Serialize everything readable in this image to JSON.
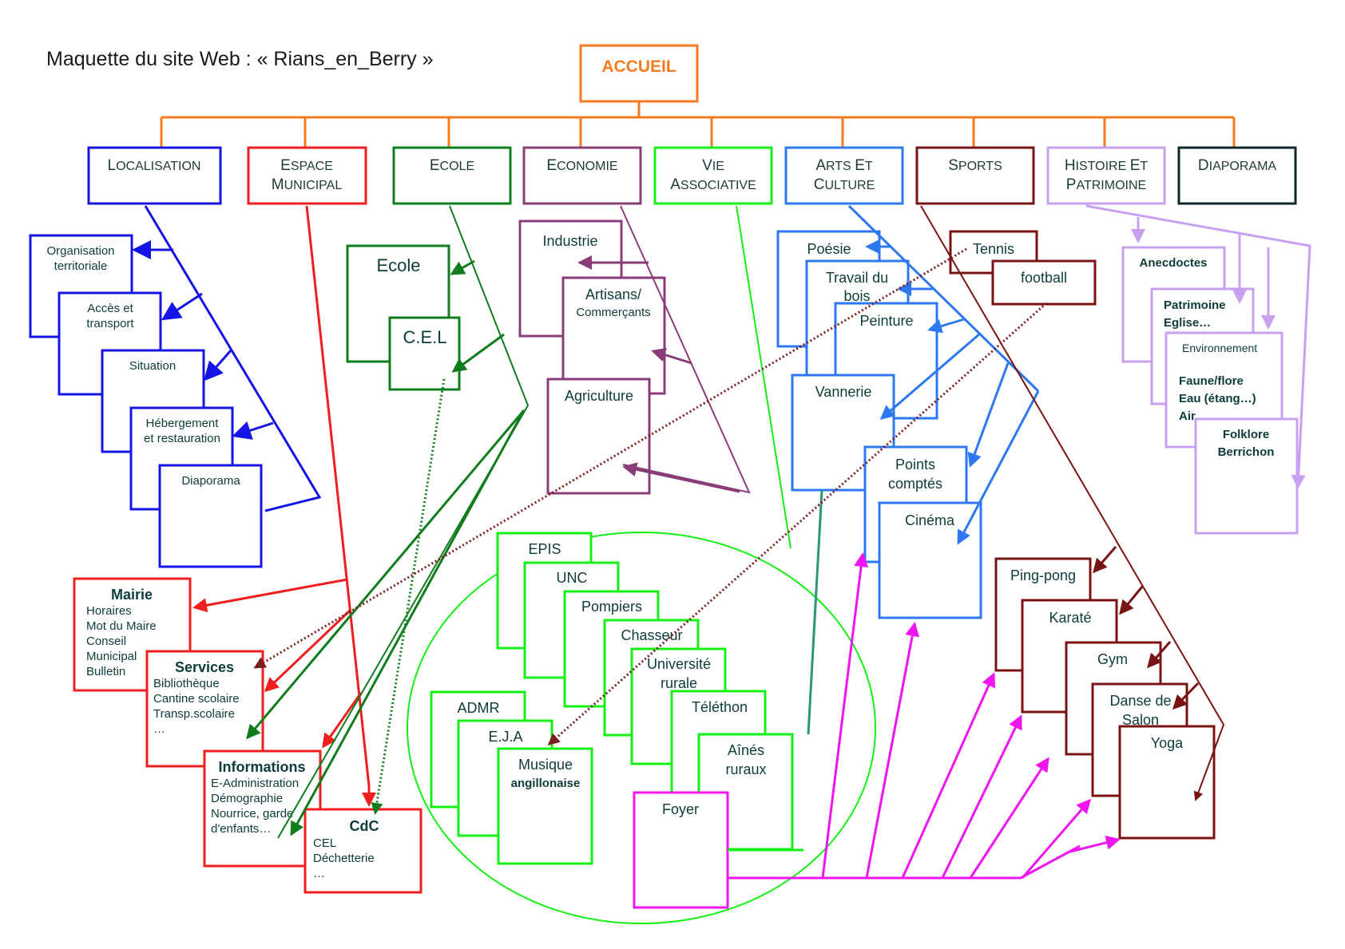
{
  "title": "Maquette du site Web : « Rians_en_Berry »",
  "colors": {
    "accueil": "#f47a20",
    "localisation": "#1414e6",
    "espace_municipal": "#f01e1e",
    "ecole": "#0f7d1e",
    "economie": "#8a3c78",
    "vie_associative": "#14f014",
    "arts_culture": "#2d78f0",
    "sports": "#781414",
    "histoire_patrimoine": "#c8a0f0",
    "diaporama": "#0f2828",
    "foyer": "#f014f0",
    "dotted_link": "#7a1e1e",
    "teal_link": "#2d9678"
  },
  "root": {
    "label": "ACCUEIL"
  },
  "sections": [
    {
      "id": "localisation",
      "line1": "LOCALISATION",
      "line2": ""
    },
    {
      "id": "espace_municipal",
      "line1": "ESPACE",
      "line2": "MUNICIPAL"
    },
    {
      "id": "ecole",
      "line1": "ECOLE",
      "line2": ""
    },
    {
      "id": "economie",
      "line1": "ECONOMIE",
      "line2": ""
    },
    {
      "id": "vie_associative",
      "line1": "VIE",
      "line2": "ASSOCIATIVE"
    },
    {
      "id": "arts_culture",
      "line1": "ARTS ET",
      "line2": "CULTURE"
    },
    {
      "id": "sports",
      "line1": "SPORTS",
      "line2": ""
    },
    {
      "id": "histoire_patrimoine",
      "line1": "HISTOIRE ET",
      "line2": "PATRIMOINE"
    },
    {
      "id": "diaporama",
      "line1": "DIAPORAMA",
      "line2": ""
    }
  ],
  "localisation": {
    "pages": [
      {
        "lines": [
          "Organisation",
          "territoriale"
        ]
      },
      {
        "lines": [
          "Accès et",
          "transport"
        ]
      },
      {
        "lines": [
          "Situation"
        ]
      },
      {
        "lines": [
          "Hébergement",
          "et restauration"
        ]
      },
      {
        "lines": [
          "Diaporama"
        ]
      }
    ]
  },
  "espace_municipal": {
    "pages": [
      {
        "title": "Mairie",
        "items": [
          "Horaires",
          "Mot du Maire",
          "Conseil",
          "Municipal",
          "Bulletin",
          ". . . ."
        ]
      },
      {
        "title": "Services",
        "items": [
          "Bibliothèque",
          "Cantine scolaire",
          "Transp.scolaire",
          "…"
        ]
      },
      {
        "title": "Informations",
        "items": [
          "E-Administration",
          "Démographie",
          "Nourrice, garde",
          "d'enfants…"
        ]
      },
      {
        "title": "CdC",
        "items": [
          "CEL",
          "Déchetterie",
          "…"
        ]
      }
    ]
  },
  "ecole": {
    "pages": [
      {
        "label": "Ecole"
      },
      {
        "label": "C.E.L"
      }
    ]
  },
  "economie": {
    "pages": [
      {
        "label": "Industrie",
        "sub": ""
      },
      {
        "label": "Artisans/",
        "sub": "Commerçants"
      },
      {
        "label": "Agriculture",
        "sub": ""
      }
    ]
  },
  "vie_associative": {
    "pages": [
      {
        "lines": [
          "EPIS"
        ]
      },
      {
        "lines": [
          "UNC"
        ]
      },
      {
        "lines": [
          "Pompiers"
        ]
      },
      {
        "lines": [
          "Chasseur"
        ]
      },
      {
        "lines": [
          "Université",
          "rurale"
        ]
      },
      {
        "lines": [
          "Téléthon"
        ]
      },
      {
        "lines": [
          "Aînés",
          "ruraux"
        ]
      },
      {
        "lines": [
          "ADMR"
        ]
      },
      {
        "lines": [
          "E.J.A"
        ]
      },
      {
        "lines": [
          "Musique",
          "angillonaise"
        ]
      }
    ],
    "foyer": {
      "label": "Foyer"
    }
  },
  "arts_culture": {
    "pages": [
      {
        "lines": [
          "Poésie"
        ]
      },
      {
        "lines": [
          "Travail du",
          "bois"
        ]
      },
      {
        "lines": [
          "Peinture"
        ]
      },
      {
        "lines": [
          "Vannerie"
        ]
      },
      {
        "lines": [
          "Points",
          "comptés"
        ]
      },
      {
        "lines": [
          "Cinéma"
        ]
      }
    ]
  },
  "sports": {
    "pages": [
      {
        "lines": [
          "Tennis"
        ]
      },
      {
        "lines": [
          "football"
        ]
      },
      {
        "lines": [
          "Ping-pong"
        ]
      },
      {
        "lines": [
          "Karaté"
        ]
      },
      {
        "lines": [
          "Gym"
        ]
      },
      {
        "lines": [
          "Danse de",
          "Salon"
        ]
      },
      {
        "lines": [
          "Yoga"
        ]
      }
    ]
  },
  "histoire_patrimoine": {
    "pages": [
      {
        "lines": [
          "Anecdoctes"
        ]
      },
      {
        "lines": [
          "Patrimoine",
          "Eglise…"
        ]
      },
      {
        "header": "Environnement",
        "lines": [
          "Faune/flore",
          "Eau (étang…)",
          "Air"
        ]
      },
      {
        "lines": [
          "Folklore",
          "Berrichon"
        ]
      }
    ]
  }
}
